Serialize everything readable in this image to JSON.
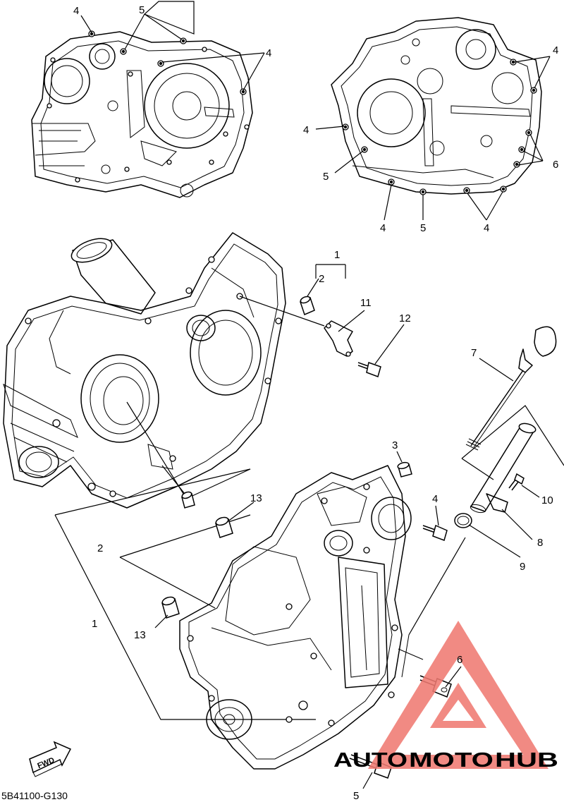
{
  "diagram": {
    "callouts": [
      {
        "key": "c4a",
        "text": "4"
      },
      {
        "key": "c5a",
        "text": "5"
      },
      {
        "key": "c4b",
        "text": "4"
      },
      {
        "key": "c4c",
        "text": "4"
      },
      {
        "key": "c4d",
        "text": "4"
      },
      {
        "key": "c5b",
        "text": "5"
      },
      {
        "key": "c6a",
        "text": "6"
      },
      {
        "key": "c4e",
        "text": "4"
      },
      {
        "key": "c5c",
        "text": "5"
      },
      {
        "key": "c4f",
        "text": "4"
      },
      {
        "key": "c1a",
        "text": "1"
      },
      {
        "key": "c2a",
        "text": "2"
      },
      {
        "key": "c11",
        "text": "11"
      },
      {
        "key": "c12",
        "text": "12"
      },
      {
        "key": "c7",
        "text": "7"
      },
      {
        "key": "c3",
        "text": "3"
      },
      {
        "key": "c13a",
        "text": "13"
      },
      {
        "key": "c4g",
        "text": "4"
      },
      {
        "key": "c10",
        "text": "10"
      },
      {
        "key": "c2b",
        "text": "2"
      },
      {
        "key": "c8",
        "text": "8"
      },
      {
        "key": "c9",
        "text": "9"
      },
      {
        "key": "c1b",
        "text": "1"
      },
      {
        "key": "c13b",
        "text": "13"
      },
      {
        "key": "c6b",
        "text": "6"
      },
      {
        "key": "c5d",
        "text": "5"
      }
    ],
    "fwd_label": "FWD",
    "diagram_code": "5B41100-G130"
  },
  "watermark": {
    "brand_text": "AUTOMOTOHUB",
    "colors": {
      "triangle": "#f07a72",
      "auto": "#f4a93c",
      "moto": "#ef6a62",
      "hub": "#8a8a8a"
    }
  }
}
